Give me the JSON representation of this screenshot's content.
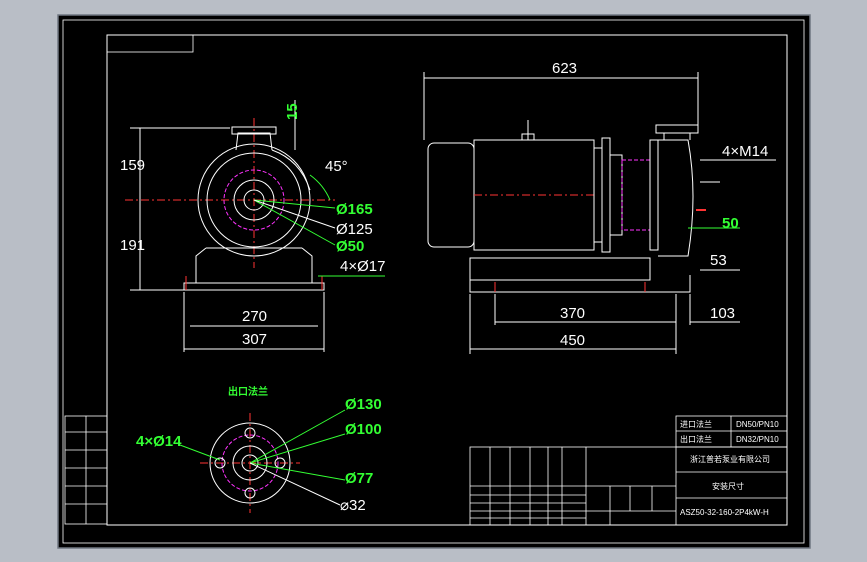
{
  "colors": {
    "app_background": "#b9bec6",
    "sheet": "#000000",
    "linework": "#ffffff",
    "dimension_highlight": "#33ff33",
    "centerline": "#ff3333",
    "hidden_line": "#ff33ff"
  },
  "front_view": {
    "height_upper": "159",
    "height_lower": "191",
    "flange_thickness": "15",
    "angle": "45°",
    "d165": "Ø165",
    "d125": "Ø125",
    "d50": "Ø50",
    "holes": "4×Ø17",
    "base_width_inner": "270",
    "base_width_outer": "307"
  },
  "side_view": {
    "overall_length": "623",
    "thread_holes": "4×M14",
    "flange_offset": "50",
    "shaft_height": "53",
    "base_length_inner": "370",
    "base_length_outer": "450",
    "overhang": "103"
  },
  "flange_view": {
    "title": "出口法兰",
    "holes": "4×Ø14",
    "d130": "Ø130",
    "d100": "Ø100",
    "d77": "Ø77",
    "d32": "⌀32"
  },
  "title_block": {
    "inlet_label": "进口法兰",
    "inlet_value": "DN50/PN10",
    "outlet_label": "出口法兰",
    "outlet_value": "DN32/PN10",
    "company": "浙江普若泵业有限公司",
    "drawing_name": "安装尺寸",
    "model": "ASZ50-32-160-2P4kW-H"
  }
}
